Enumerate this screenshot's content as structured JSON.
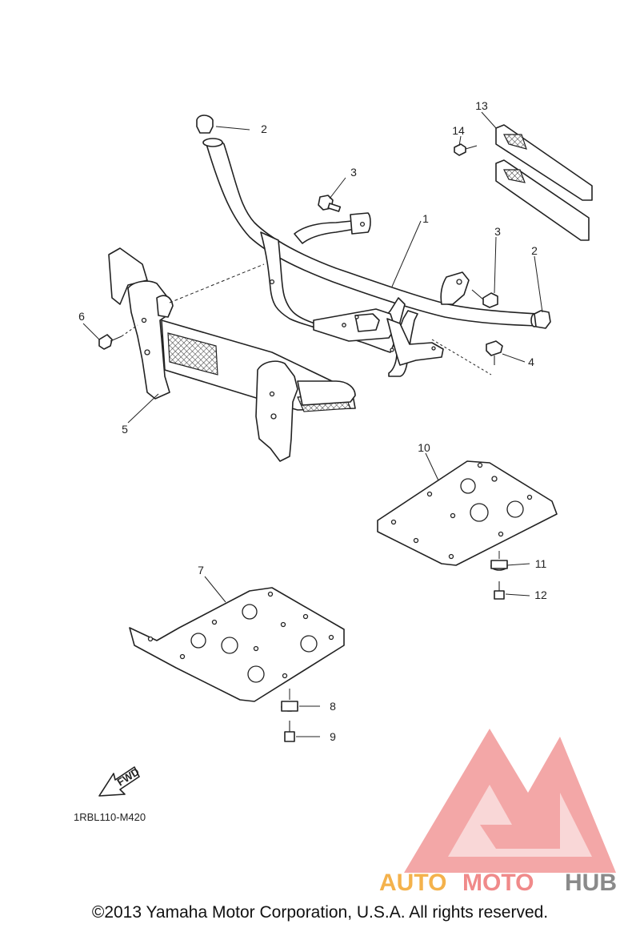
{
  "diagram": {
    "drawing_code": "1RBL110-M420",
    "fwd_label": "FWD",
    "copyright": "©2013 Yamaha Motor Corporation, U.S.A. All rights reserved.",
    "watermark": {
      "text_part1": "AUTO",
      "text_part2": "MOTO",
      "text_part3": "HUB",
      "color_orange": "#f4b24c",
      "color_red": "#f08a8a",
      "color_gray": "#8a8a8a"
    },
    "callouts": {
      "c1": "1",
      "c2a": "2",
      "c2b": "2",
      "c3a": "3",
      "c3b": "3",
      "c4": "4",
      "c5": "5",
      "c6": "6",
      "c7": "7",
      "c8": "8",
      "c9": "9",
      "c10": "10",
      "c11": "11",
      "c12": "12",
      "c13": "13",
      "c14": "14"
    }
  }
}
